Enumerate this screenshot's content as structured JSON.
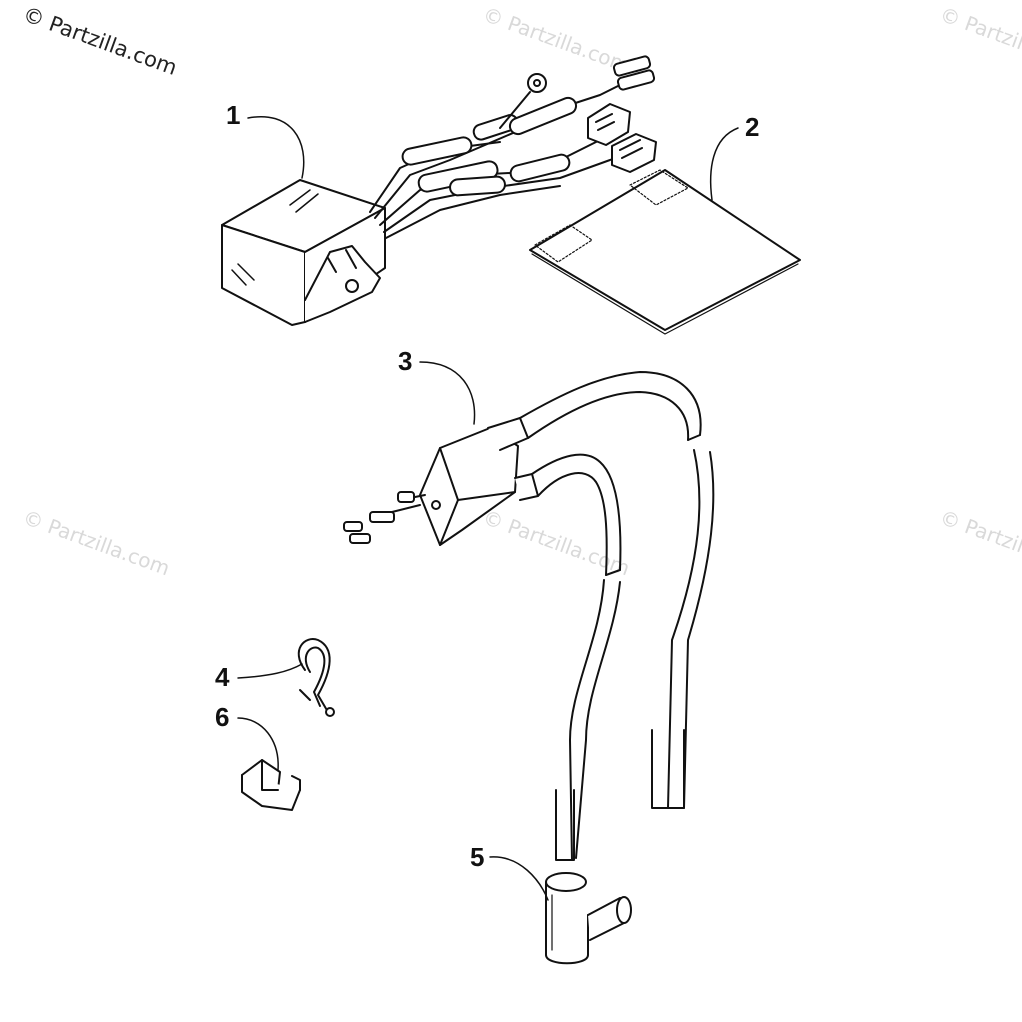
{
  "watermark": {
    "brand": "© Partzilla.com"
  },
  "callouts": [
    {
      "id": "1",
      "label": "1"
    },
    {
      "id": "2",
      "label": "2"
    },
    {
      "id": "3",
      "label": "3"
    },
    {
      "id": "4",
      "label": "4"
    },
    {
      "id": "5",
      "label": "5"
    },
    {
      "id": "6",
      "label": "6"
    }
  ],
  "colors": {
    "ink": "#111111",
    "watermark_faint": "#d9d9d9",
    "background": "#ffffff"
  }
}
